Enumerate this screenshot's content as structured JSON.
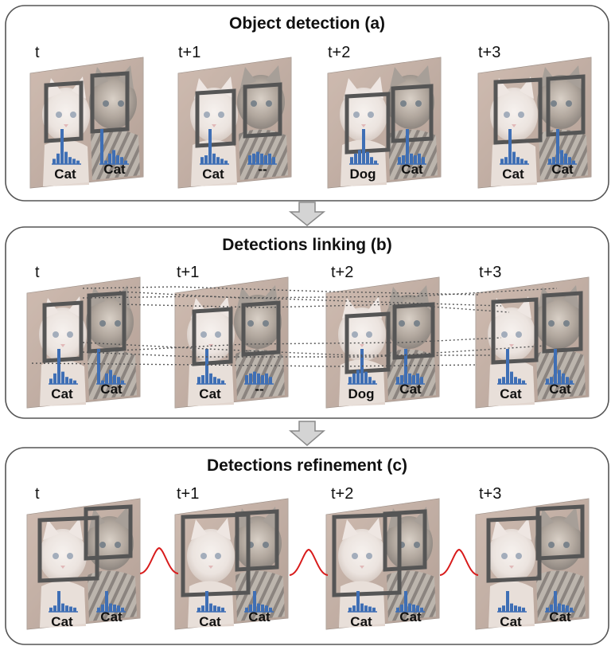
{
  "panels": [
    {
      "title": "Object detection (a)",
      "frames": [
        {
          "time": "t",
          "labels": [
            "Cat",
            "Cat"
          ]
        },
        {
          "time": "t+1",
          "labels": [
            "Cat",
            "--"
          ]
        },
        {
          "time": "t+2",
          "labels": [
            "Dog",
            "Cat"
          ]
        },
        {
          "time": "t+3",
          "labels": [
            "Cat",
            "Cat"
          ]
        }
      ]
    },
    {
      "title": "Detections linking (b)",
      "frames": [
        {
          "time": "t",
          "labels": [
            "Cat",
            "Cat"
          ]
        },
        {
          "time": "t+1",
          "labels": [
            "Cat",
            "--"
          ]
        },
        {
          "time": "t+2",
          "labels": [
            "Dog",
            "Cat"
          ]
        },
        {
          "time": "t+3",
          "labels": [
            "Cat",
            "Cat"
          ]
        }
      ]
    },
    {
      "title": "Detections refinement (c)",
      "frames": [
        {
          "time": "t",
          "labels": [
            "Cat",
            "Cat"
          ]
        },
        {
          "time": "t+1",
          "labels": [
            "Cat",
            "Cat"
          ]
        },
        {
          "time": "t+2",
          "labels": [
            "Cat",
            "Cat"
          ]
        },
        {
          "time": "t+3",
          "labels": [
            "Cat",
            "Cat"
          ]
        }
      ]
    }
  ],
  "histograms": {
    "a": [
      [
        [
          0.15,
          0.3,
          1.0,
          0.35,
          0.2,
          0.15,
          0.1
        ],
        [
          1.0,
          0.1,
          0.3,
          0.4,
          0.25,
          0.2,
          0.1
        ]
      ],
      [
        [
          0.2,
          0.25,
          1.0,
          0.3,
          0.2,
          0.15,
          0.1
        ],
        [
          0.25,
          0.3,
          0.35,
          0.3,
          0.25,
          0.3,
          0.2
        ]
      ],
      [
        [
          0.2,
          0.3,
          0.4,
          1.0,
          0.35,
          0.2,
          0.1
        ],
        [
          0.2,
          0.25,
          1.0,
          0.3,
          0.25,
          0.3,
          0.2
        ]
      ],
      [
        [
          0.15,
          0.2,
          1.0,
          0.35,
          0.2,
          0.15,
          0.1
        ],
        [
          0.15,
          0.2,
          1.0,
          0.4,
          0.3,
          0.2,
          0.1
        ]
      ]
    ],
    "b": [
      [
        [
          0.15,
          0.3,
          1.0,
          0.35,
          0.2,
          0.15,
          0.1
        ],
        [
          1.0,
          0.1,
          0.3,
          0.4,
          0.25,
          0.2,
          0.1
        ]
      ],
      [
        [
          0.2,
          0.25,
          1.0,
          0.3,
          0.2,
          0.15,
          0.1
        ],
        [
          0.25,
          0.3,
          0.35,
          0.3,
          0.25,
          0.3,
          0.2
        ]
      ],
      [
        [
          0.2,
          0.3,
          0.4,
          1.0,
          0.35,
          0.2,
          0.1
        ],
        [
          0.2,
          0.25,
          1.0,
          0.3,
          0.25,
          0.3,
          0.2
        ]
      ],
      [
        [
          0.15,
          0.2,
          1.0,
          0.35,
          0.2,
          0.15,
          0.1
        ],
        [
          0.15,
          0.2,
          1.0,
          0.4,
          0.3,
          0.2,
          0.1
        ]
      ]
    ],
    "c": [
      [
        [
          0.2,
          0.3,
          1.0,
          0.4,
          0.3,
          0.25,
          0.2
        ],
        [
          0.2,
          0.35,
          1.0,
          0.4,
          0.35,
          0.3,
          0.2
        ]
      ],
      [
        [
          0.2,
          0.3,
          1.0,
          0.4,
          0.3,
          0.25,
          0.2
        ],
        [
          0.2,
          0.35,
          1.0,
          0.4,
          0.35,
          0.3,
          0.2
        ]
      ],
      [
        [
          0.2,
          0.3,
          1.0,
          0.4,
          0.3,
          0.25,
          0.2
        ],
        [
          0.2,
          0.35,
          1.0,
          0.4,
          0.35,
          0.3,
          0.2
        ]
      ],
      [
        [
          0.2,
          0.3,
          1.0,
          0.4,
          0.3,
          0.25,
          0.2
        ],
        [
          0.2,
          0.35,
          1.0,
          0.4,
          0.35,
          0.3,
          0.2
        ]
      ]
    ]
  },
  "colors": {
    "bar": "#3f6fb5",
    "box": "#555555",
    "gaussian": "#d81b1b",
    "photo_bg": "#b3998c"
  }
}
